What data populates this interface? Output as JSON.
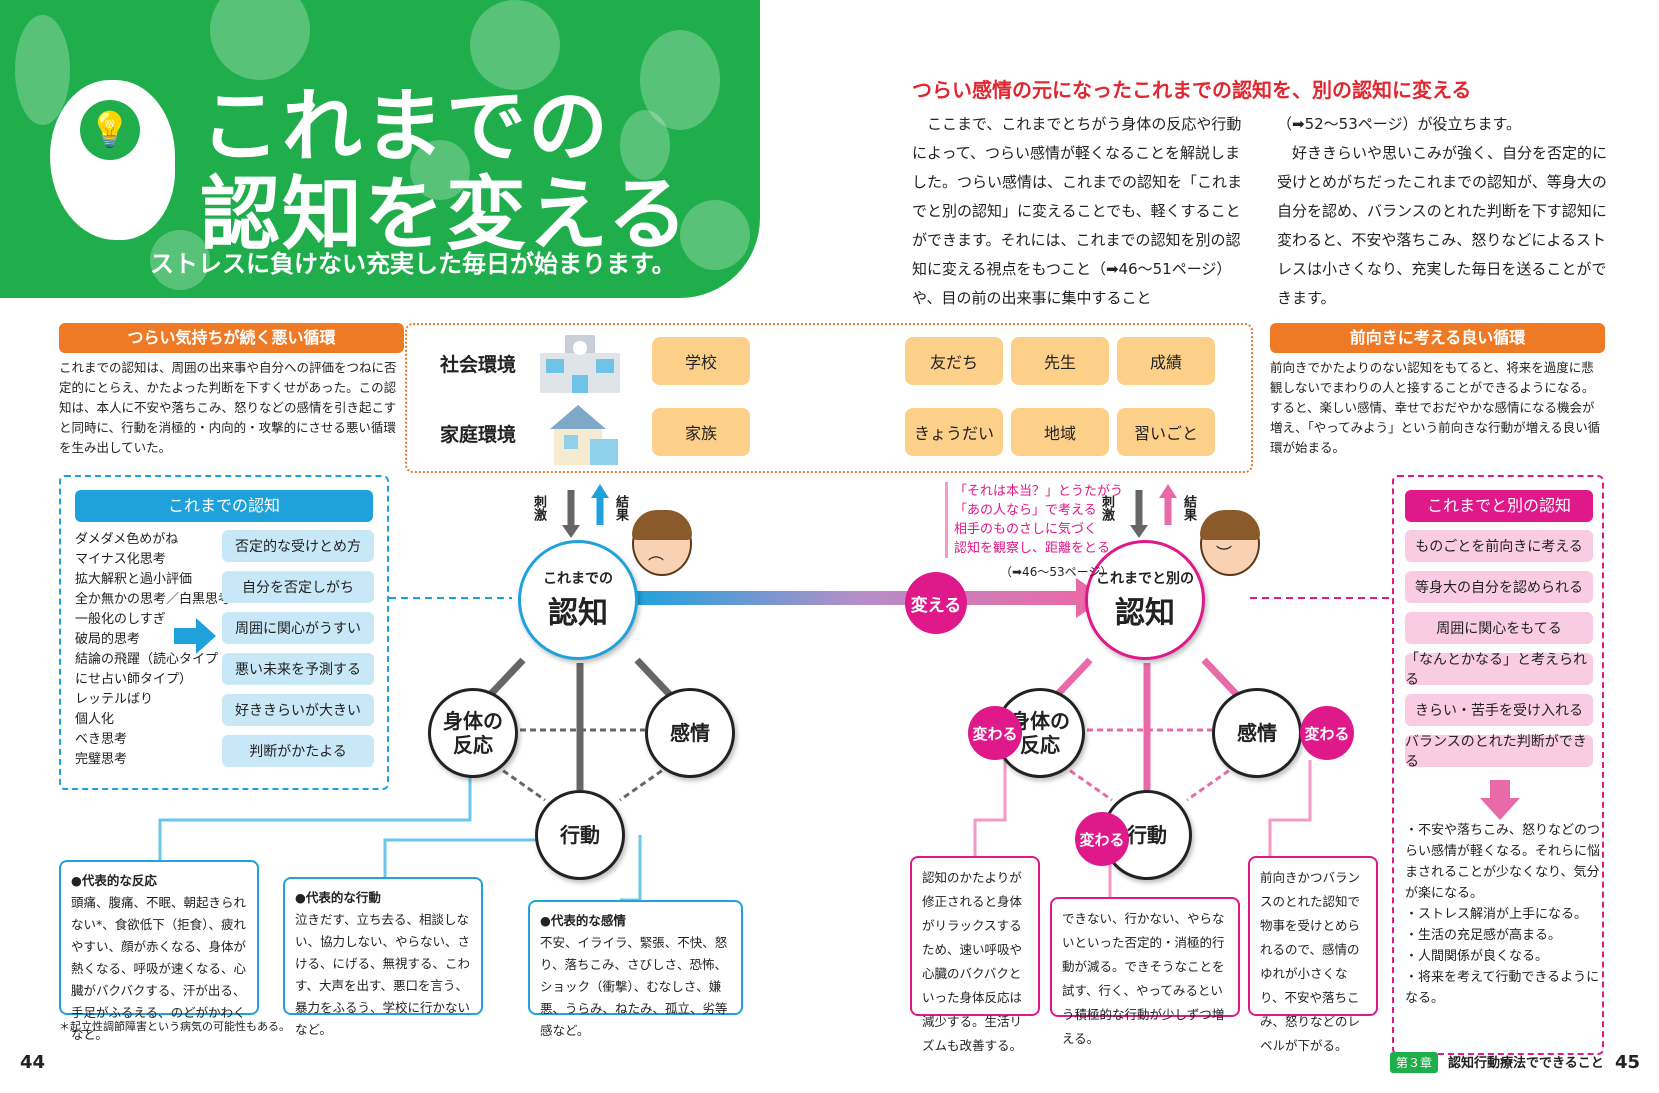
{
  "header": {
    "title_line1": "これまでの",
    "title_line2": "認知を変える",
    "subtitle": "ストレスに負けない充実した毎日が始まります。",
    "icon": "head-lightbulb-icon"
  },
  "lead": {
    "heading": "つらい感情の元になったこれまでの認知を、別の認知に変える",
    "col1": "ここまで、これまでとちがう身体の反応や行動によって、つらい感情が軽くなることを解説しました。つらい感情は、これまでの認知を「これまでと別の認知」に変えることでも、軽くすることができます。それには、これまでの認知を別の認知に変える視点をもつこと（➡46〜51ページ）や、目の前の出来事に集中すること",
    "col2a": "（➡52〜53ページ）が役立ちます。",
    "col2b": "好ききらいや思いこみが強く、自分を否定的に受けとめがちだったこれまでの認知が、等身大の自分を認め、バランスのとれた判断を下す認知に変わると、不安や落ちこみ、怒りなどによるストレスは小さくなり、充実した毎日を送ることができます。"
  },
  "bad_cycle": {
    "heading": "つらい気持ちが続く悪い循環",
    "text": "これまでの認知は、周囲の出来事や自分への評価をつねに否定的にとらえ、かたよった判断を下すくせがあった。この認知は、本人に不安や落ちこみ、怒りなどの感情を引き起こすと同時に、行動を消極的・内向的・攻撃的にさせる悪い循環を生み出していた。"
  },
  "good_cycle": {
    "heading": "前向きに考える良い循環",
    "text": "前向きでかたよりのない認知をもてると、将来を過度に悲観しないでまわりの人と接することができるようになる。すると、楽しい感情、幸せでおだやかな感情になる機会が増え、「やってみよう」という前向きな行動が増える良い循環が始まる。"
  },
  "environment": {
    "social_label": "社会環境",
    "family_label": "家庭環境",
    "social_chips": [
      "学校",
      "友だち",
      "先生",
      "成績"
    ],
    "family_chips": [
      "家族",
      "きょうだい",
      "地域",
      "習いごと"
    ],
    "icons": [
      "school-building-icon",
      "house-icon"
    ]
  },
  "old_cognition": {
    "heading": "これまでの認知",
    "patterns": [
      "ダメダメ色めがね",
      "マイナス化思考",
      "拡大解釈と過小評価",
      "全か無かの思考／白黒思考",
      "一般化のしすぎ",
      "破局的思考",
      "結論の飛躍（読心タイプ・",
      "にせ占い師タイプ）",
      "レッテルばり",
      "個人化",
      "べき思考",
      "完璧思考"
    ],
    "chips": [
      "否定的な受けとめ方",
      "自分を否定しがち",
      "周囲に関心がうすい",
      "悪い未来を予測する",
      "好ききらいが大きい",
      "判断がかたよる"
    ]
  },
  "new_cognition": {
    "heading": "これまでと別の認知",
    "chips": [
      "ものごとを前向きに考える",
      "等身大の自分を認められる",
      "周囲に関心をもてる",
      "「なんとかなる」と考えられる",
      "きらい・苦手を受け入れる",
      "バランスのとれた判断ができる"
    ],
    "results": [
      "・不安や落ちこみ、怒りなどのつらい感情が軽くなる。それらに悩まされることが少なくなり、気分が楽になる。",
      "・ストレス解消が上手になる。",
      "・生活の充足感が高まる。",
      "・人間関係が良くなる。",
      "・将来を考えて行動できるようになる。"
    ]
  },
  "diagram": {
    "stimulus": "刺激",
    "result": "結果",
    "old_center_small": "これまでの",
    "old_center_big": "認知",
    "new_center_small": "これまでと別の",
    "new_center_big": "認知",
    "body": "身体の反応",
    "emotion": "感情",
    "behavior": "行動",
    "change_label": "変える",
    "changes_label": "変わる",
    "tips": [
      "「それは本当？」とうたがう",
      "「あの人なら」で考える",
      "相手のものさしに気づく",
      "認知を観察し、距離をとる"
    ],
    "tips_ref": "（➡46〜53ページ）",
    "sad_face_icon": "sad-boy-face-icon",
    "happy_face_icon": "happy-boy-face-icon"
  },
  "info_old": {
    "reaction_title": "●代表的な反応",
    "reaction_text": "頭痛、腹痛、不眠、朝起きられない*、食欲低下（拒食）、疲れやすい、顔が赤くなる、身体が熱くなる、呼吸が速くなる、心臓がバクバクする、汗が出る、手足がふるえる、のどがかわくなど。",
    "behavior_title": "●代表的な行動",
    "behavior_text": "泣きだす、立ち去る、相談しない、協力しない、やらない、さける、にげる、無視する、こわす、大声を出す、悪口を言う、暴力をふるう、学校に行かないなど。",
    "emotion_title": "●代表的な感情",
    "emotion_text": "不安、イライラ、緊張、不快、怒り、落ちこみ、さびしさ、恐怖、ショック（衝撃）、むなしさ、嫌悪、うらみ、ねたみ、孤立、劣等感など。"
  },
  "info_new": {
    "body_text": "認知のかたよりが修正されると身体がリラックスするため、速い呼吸や心臓のバクバクといった身体反応は減少する。生活リズムも改善する。",
    "behavior_text": "できない、行かない、やらないといった否定的・消極的行動が減る。できそうなことを試す、行く、やってみるという積極的な行動が少しずつ増える。",
    "emotion_text": "前向きかつバランスのとれた認知で物事を受けとめられるので、感情のゆれが小さくなり、不安や落ちこみ、怒りなどのレベルが下がる。"
  },
  "footer": {
    "footnote": "＊起立性調節障害という病気の可能性もある。",
    "page_left": "44",
    "page_right": "45",
    "chapter_badge": "第３章",
    "chapter_title": "認知行動療法でできること"
  },
  "colors": {
    "green": "#1fae4b",
    "orange": "#ef7a26",
    "blue": "#1fa2dc",
    "pink": "#e0198a",
    "red": "#e0262f"
  }
}
